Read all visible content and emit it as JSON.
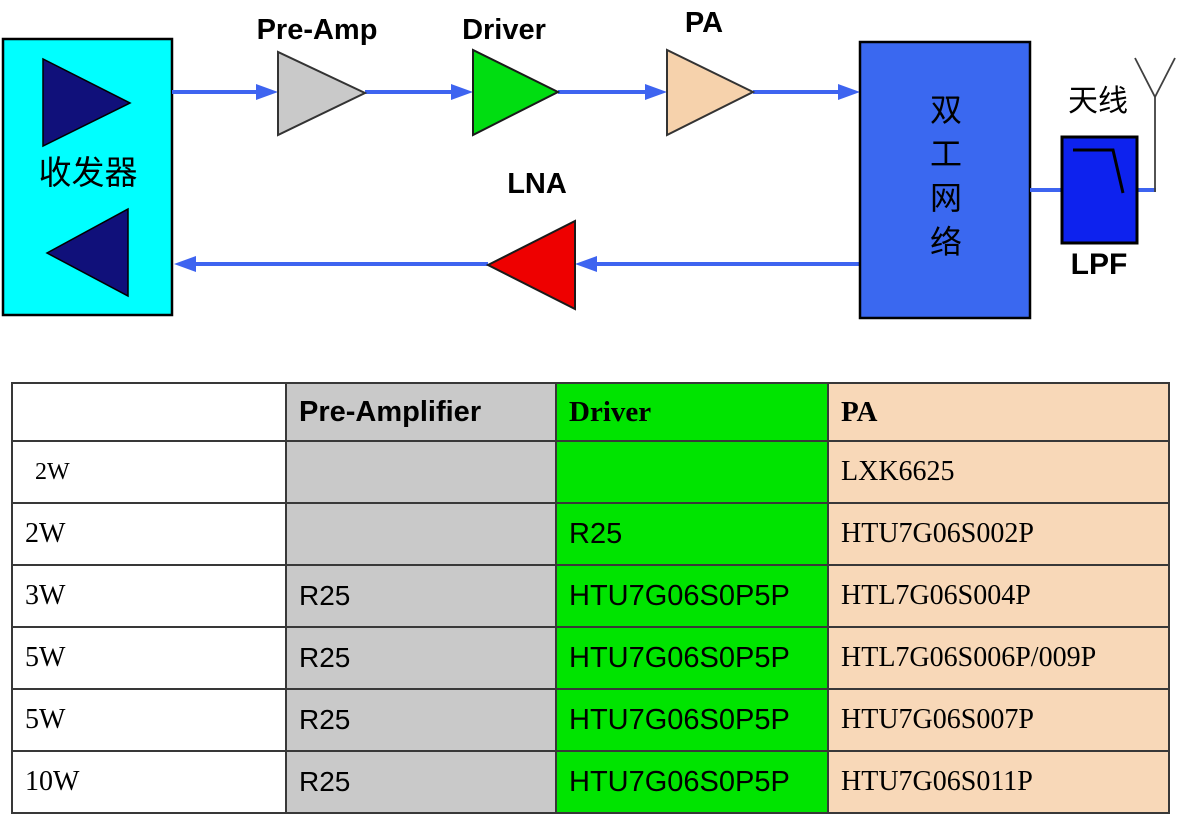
{
  "colors": {
    "transceiver_cyan": "#00FFFF",
    "inner_triangle_navy": "#10107A",
    "preamp_gray": "#C9C9C9",
    "driver_green": "#00DD11",
    "pa_peach": "#F6D2AC",
    "lna_red": "#EE0000",
    "duplex_blue": "#3A68F0",
    "lpf_blue": "#0D22EE",
    "wire_blue": "#3E64F0",
    "table_gray": "#C9C9C9",
    "table_green": "#00E400",
    "table_peach": "#F8D8B8",
    "outline_black": "#1A1A1A"
  },
  "diagram": {
    "transceiver_label": "收发器",
    "preamp_label": "Pre-Amp",
    "driver_label": "Driver",
    "pa_label": "PA",
    "lna_label": "LNA",
    "duplexer_label": "双\n工\n网\n络",
    "antenna_label": "天线",
    "lpf_label": "LPF"
  },
  "table": {
    "headers": [
      "",
      "Pre-Amplifier",
      "Driver",
      "PA"
    ],
    "rows": [
      [
        "2W",
        "",
        "",
        "LXK6625"
      ],
      [
        "2W",
        "",
        "R25",
        "HTU7G06S002P"
      ],
      [
        "3W",
        "R25",
        "HTU7G06S0P5P",
        "HTL7G06S004P"
      ],
      [
        "5W",
        "R25",
        "HTU7G06S0P5P",
        "HTL7G06S006P/009P"
      ],
      [
        "5W",
        "R25",
        "HTU7G06S0P5P",
        "HTU7G06S007P"
      ],
      [
        "10W",
        "R25",
        "HTU7G06S0P5P",
        "HTU7G06S011P"
      ]
    ]
  }
}
